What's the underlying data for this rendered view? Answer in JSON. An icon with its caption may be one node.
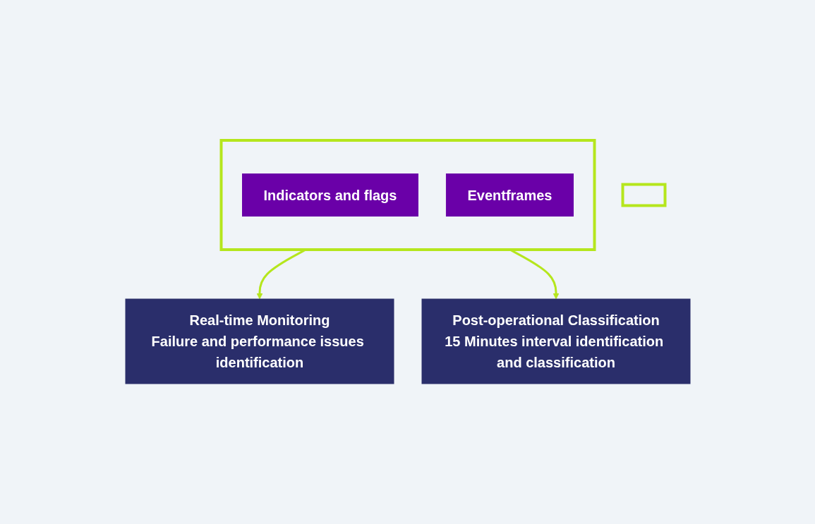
{
  "diagram": {
    "nodes": [
      {
        "text": [],
        "shape": "box"
      },
      {
        "text": [
          "Indicators and flags"
        ],
        "in": 0
      },
      {
        "text": [
          "Eventframes"
        ],
        "in": 0
      },
      {
        "text": [
          "Real-time Monitoring",
          "Failure and performance issues identification"
        ]
      },
      {
        "text": [
          "Post-operational Classification",
          "15 Minutes interval identification and classification"
        ]
      },
      {
        "text": [],
        "shape": "box"
      }
    ],
    "edges": [
      {
        "from": 0,
        "to": 3,
        "arrow": "to"
      },
      {
        "from": 0,
        "to": 4,
        "arrow": "to"
      }
    ]
  }
}
